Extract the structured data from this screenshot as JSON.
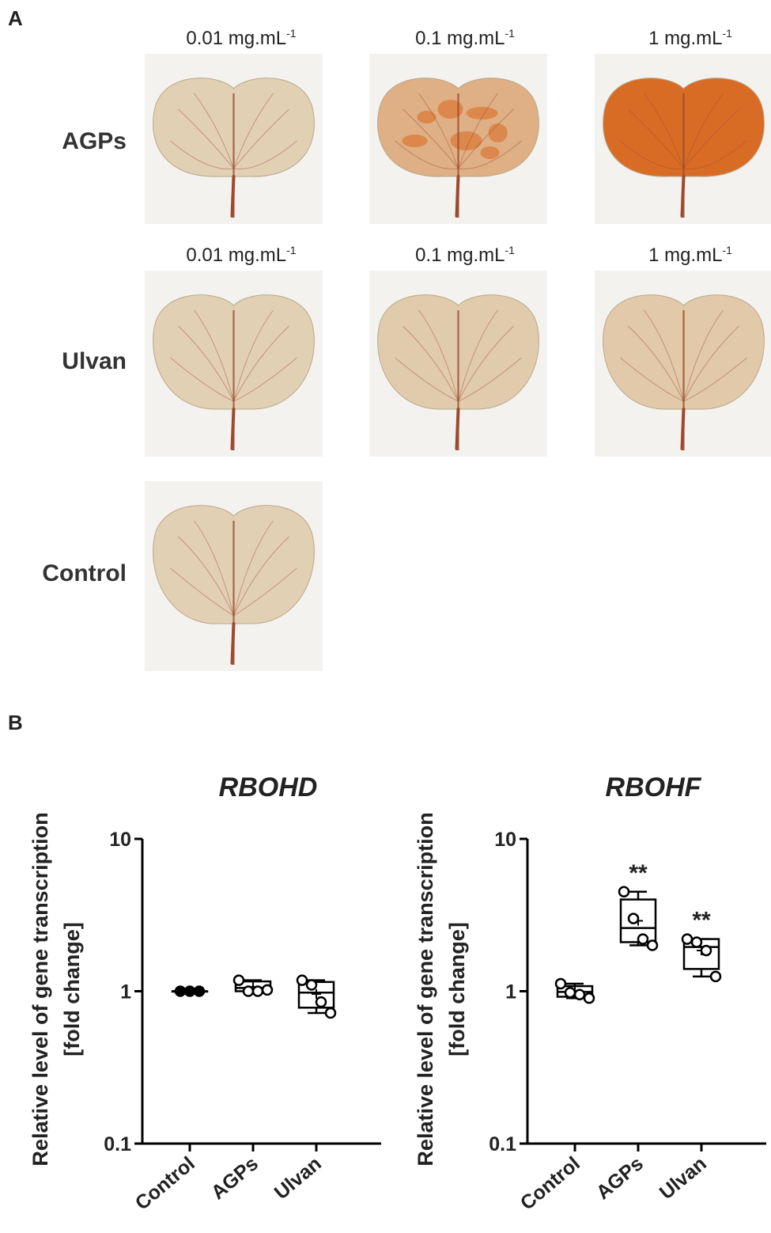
{
  "panel_a": {
    "letter": "A",
    "concentration_unit": "mg.mL",
    "concentration_exp": "-1",
    "concentrations": [
      "0.01",
      "0.1",
      "1"
    ],
    "rows": [
      {
        "label": "AGPs",
        "stain_levels": [
          0.05,
          0.35,
          0.95
        ]
      },
      {
        "label": "Ulvan",
        "stain_levels": [
          0.05,
          0.1,
          0.12
        ]
      },
      {
        "label": "Control",
        "stain_levels": [
          0.05
        ]
      }
    ],
    "colors": {
      "leaf_base": "#e2d6bd",
      "stain": "#d8661c",
      "vein": "#9b4a2e",
      "background_patch": "#f4f2ee"
    }
  },
  "panel_b": {
    "letter": "B"
  },
  "chart_data": [
    {
      "type": "box",
      "title": "RBOHD",
      "ylabel": "Relative level of gene transcription [fold change]",
      "ylabel_lines": [
        "Relative level of gene transcription",
        "[fold change]"
      ],
      "yscale": "log",
      "ylim": [
        0.1,
        10
      ],
      "yticks": [
        {
          "value": 10,
          "label": "10"
        },
        {
          "value": 1,
          "label": "1"
        },
        {
          "value": 0.1,
          "label": "0.1"
        }
      ],
      "categories": [
        "Control",
        "AGPs",
        "Ulvan"
      ],
      "groups": [
        {
          "name": "Control",
          "points": [
            1.0,
            1.0,
            1.0
          ],
          "box": [
            1.0,
            1.0,
            1.0,
            1.0,
            1.0
          ],
          "mean": 1.0,
          "filled": true,
          "annotation": ""
        },
        {
          "name": "AGPs",
          "points": [
            1.18,
            1.0,
            1.0,
            1.02
          ],
          "box": [
            1.0,
            1.0,
            1.05,
            1.16,
            1.18
          ],
          "mean": 1.07,
          "filled": false,
          "annotation": ""
        },
        {
          "name": "Ulvan",
          "points": [
            1.18,
            1.1,
            0.85,
            0.72
          ],
          "box": [
            0.72,
            0.78,
            0.98,
            1.15,
            1.18
          ],
          "mean": 0.96,
          "filled": false,
          "annotation": ""
        }
      ]
    },
    {
      "type": "box",
      "title": "RBOHF",
      "ylabel": "Relative level of gene transcription [fold change]",
      "ylabel_lines": [
        "Relative level of gene transcription",
        "[fold change]"
      ],
      "yscale": "log",
      "ylim": [
        0.1,
        10
      ],
      "yticks": [
        {
          "value": 10,
          "label": "10"
        },
        {
          "value": 1,
          "label": "1"
        },
        {
          "value": 0.1,
          "label": "0.1"
        }
      ],
      "categories": [
        "Control",
        "AGPs",
        "Ulvan"
      ],
      "groups": [
        {
          "name": "Control",
          "points": [
            1.12,
            0.98,
            0.95,
            0.9
          ],
          "box": [
            0.9,
            0.92,
            0.99,
            1.08,
            1.12
          ],
          "mean": 1.0,
          "filled": false,
          "annotation": ""
        },
        {
          "name": "AGPs",
          "points": [
            4.5,
            3.0,
            2.2,
            2.0
          ],
          "box": [
            2.0,
            2.1,
            2.6,
            4.0,
            4.5
          ],
          "mean": 2.9,
          "filled": false,
          "annotation": "**"
        },
        {
          "name": "Ulvan",
          "points": [
            2.2,
            2.1,
            1.85,
            1.25
          ],
          "box": [
            1.25,
            1.4,
            1.95,
            2.2,
            2.2
          ],
          "mean": 1.85,
          "filled": false,
          "annotation": "**"
        }
      ]
    }
  ]
}
